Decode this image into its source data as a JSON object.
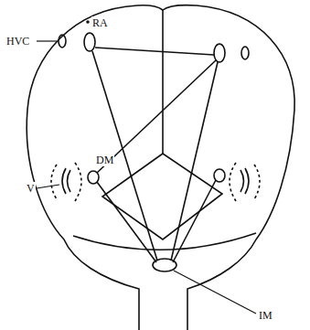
{
  "diagram": {
    "labels": [
      "HVC",
      "RA",
      "DM",
      "V",
      "IM"
    ]
  }
}
